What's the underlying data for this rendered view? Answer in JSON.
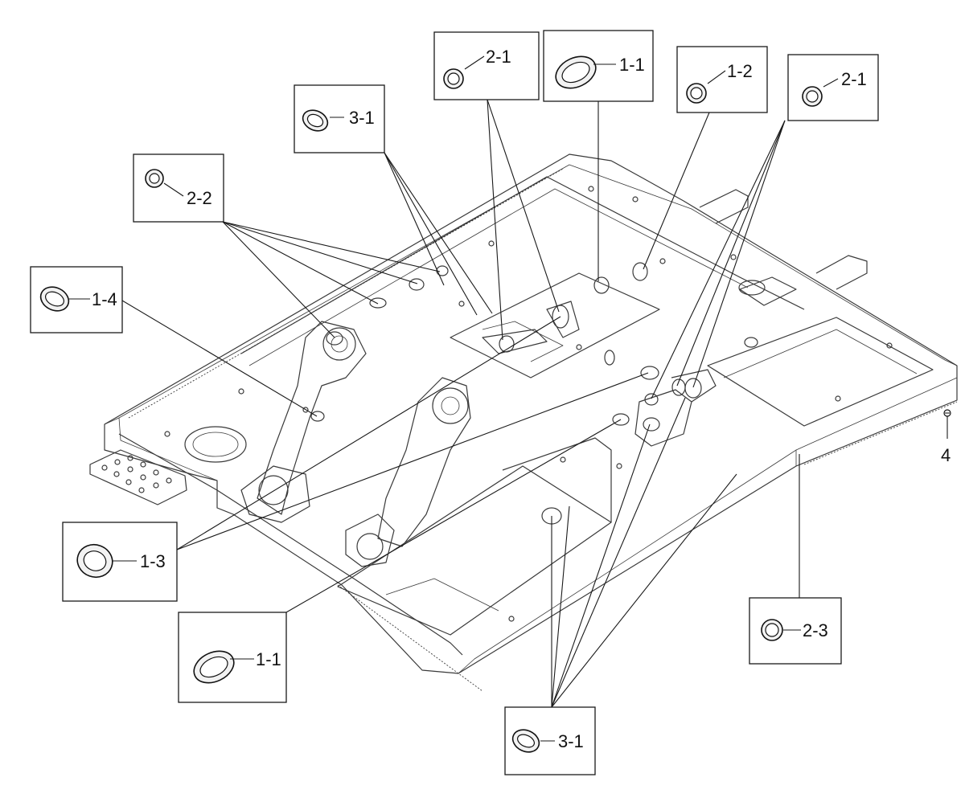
{
  "callouts": [
    {
      "id": "c-3-1-top",
      "label": "3-1",
      "icon": "oval-grommet-icon"
    },
    {
      "id": "c-2-1-a",
      "label": "2-1",
      "icon": "round-grommet-icon"
    },
    {
      "id": "c-1-1-top",
      "label": "1-1",
      "icon": "oval-grommet-icon"
    },
    {
      "id": "c-1-2",
      "label": "1-2",
      "icon": "round-grommet-icon"
    },
    {
      "id": "c-2-1-b",
      "label": "2-1",
      "icon": "round-grommet-icon"
    },
    {
      "id": "c-2-2",
      "label": "2-2",
      "icon": "round-grommet-icon"
    },
    {
      "id": "c-1-4",
      "label": "1-4",
      "icon": "oval-grommet-icon"
    },
    {
      "id": "c-1-3",
      "label": "1-3",
      "icon": "round-grommet-icon"
    },
    {
      "id": "c-1-1-bottom",
      "label": "1-1",
      "icon": "oval-grommet-icon"
    },
    {
      "id": "c-2-3",
      "label": "2-3",
      "icon": "round-grommet-icon"
    },
    {
      "id": "c-3-1-bottom",
      "label": "3-1",
      "icon": "oval-grommet-icon"
    }
  ],
  "part_4": {
    "label": "4",
    "icon": "bolt-icon"
  },
  "colors": {
    "line": "#1a1a1a",
    "frame": "#3a3a3a",
    "background": "#ffffff"
  }
}
